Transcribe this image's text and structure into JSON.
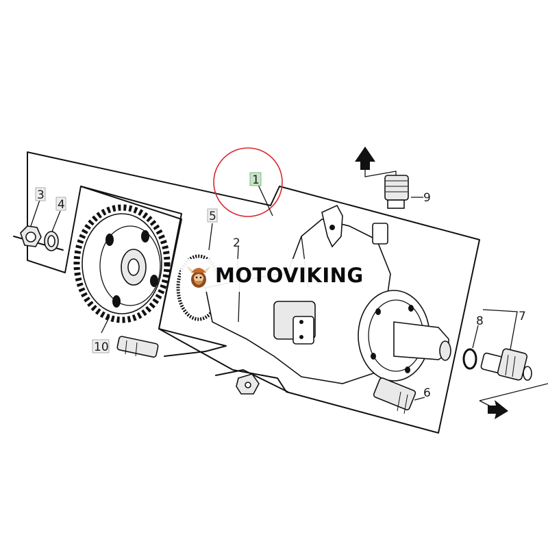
{
  "diagram": {
    "callouts": {
      "part_1": "1",
      "part_2": "2",
      "part_3": "3",
      "part_4": "4",
      "part_5": "5",
      "part_6": "6",
      "part_7": "7",
      "part_8": "8",
      "part_9": "9",
      "part_10": "10"
    },
    "highlight_color": "#d9262c",
    "callout_highlight_color": "#8fcf8f"
  },
  "watermark": {
    "brand": "MOTOVIKING"
  }
}
